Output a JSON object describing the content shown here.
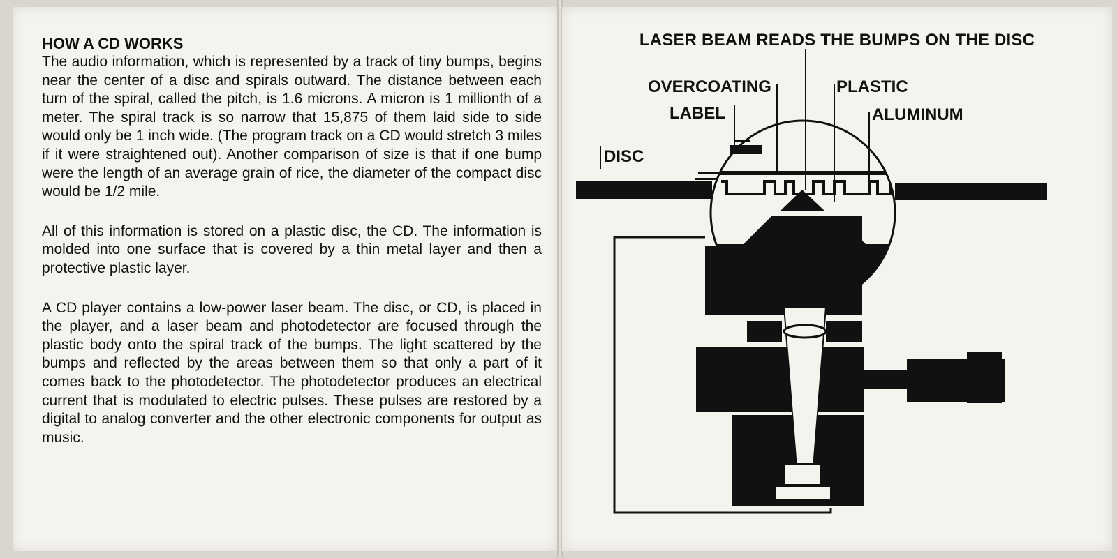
{
  "left_page": {
    "heading": "HOW A CD WORKS",
    "paragraphs": [
      "The audio information, which is represented by a track of tiny bumps, begins near the center of a disc and spirals outward. The distance between each turn of the spiral, called the pitch, is 1.6 microns. A micron is 1 millionth of a meter. The spiral track is so narrow that 15,875 of them laid side to side would only be 1 inch wide. (The program track on a CD would stretch 3 miles if it were straightened out). Another comparison of size is that if one bump were the length of an average grain of rice, the diameter of the compact disc would be 1/2 mile.",
      "All of this information is stored on a plastic disc, the CD. The information is molded into one surface that is covered by a thin metal layer and then a protective plastic layer.",
      "A CD player contains a low-power laser beam. The disc, or CD, is placed in the player, and a laser beam and photodetector are focused through the plastic body onto the spiral track of the bumps. The light scattered by the bumps and reflected by the areas between them so that only a part of it comes back to the photodetector. The photodetector produces an electrical current that is modulated to electric pulses. These pulses are restored by a digital to analog converter and the other electronic components for output as music."
    ]
  },
  "right_page": {
    "title": "LASER BEAM READS THE BUMPS ON THE DISC",
    "labels": {
      "overcoating": "OVERCOATING",
      "plastic": "PLASTIC",
      "label": "LABEL",
      "aluminum": "ALUMINUM",
      "disc": "DISC"
    }
  },
  "colors": {
    "paper": "#f5f3ee",
    "ink": "#111111"
  }
}
